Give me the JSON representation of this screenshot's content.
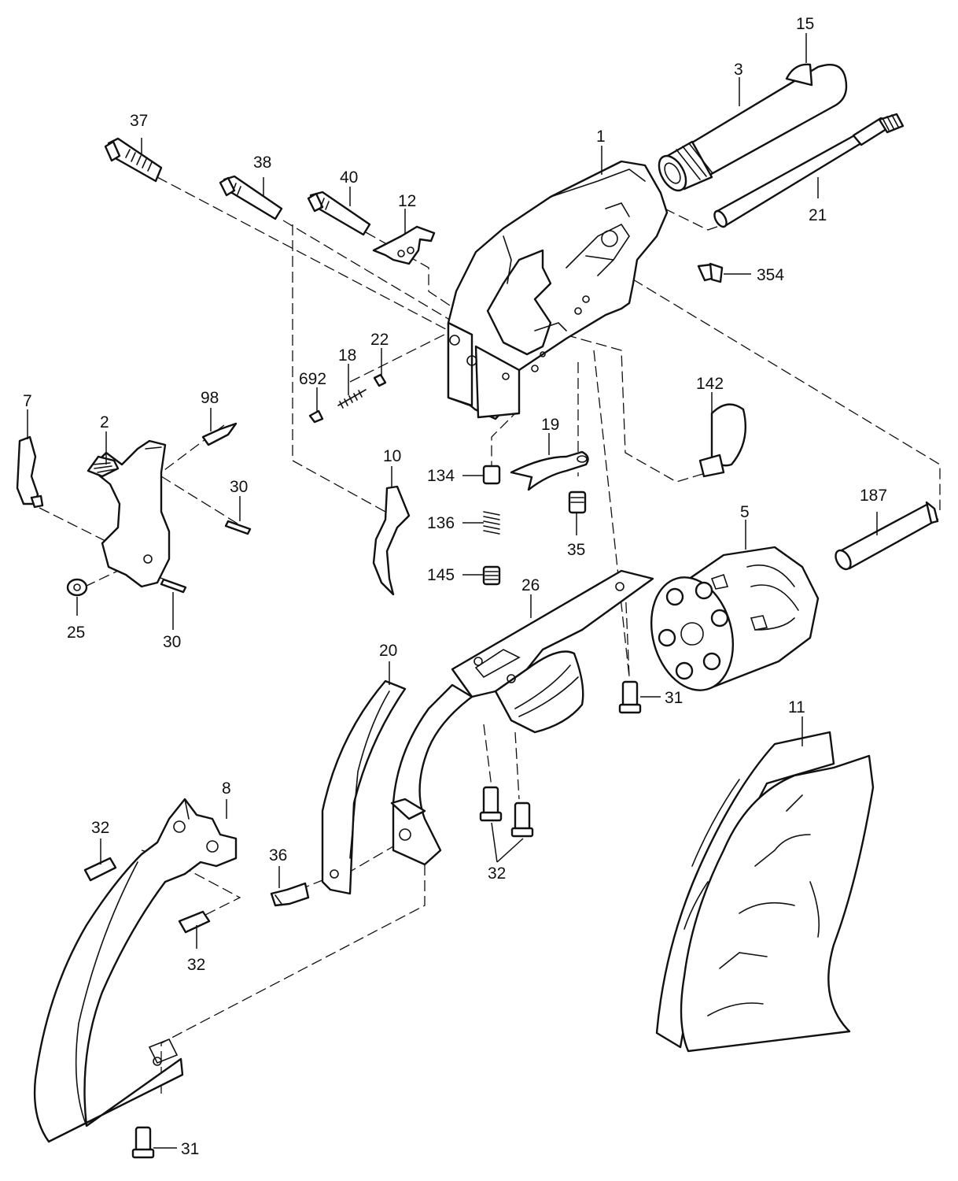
{
  "labels": {
    "p1": "1",
    "p2": "2",
    "p3": "3",
    "p5": "5",
    "p7": "7",
    "p8": "8",
    "p10": "10",
    "p11": "11",
    "p12": "12",
    "p15": "15",
    "p18": "18",
    "p19": "19",
    "p20": "20",
    "p21": "21",
    "p22": "22",
    "p25": "25",
    "p26": "26",
    "p30a": "30",
    "p30b": "30",
    "p31a": "31",
    "p31b": "31",
    "p32a": "32",
    "p32b": "32",
    "p32c": "32",
    "p35": "35",
    "p36": "36",
    "p37": "37",
    "p38": "38",
    "p40": "40",
    "p98": "98",
    "p134": "134",
    "p136": "136",
    "p142": "142",
    "p145": "145",
    "p187": "187",
    "p354": "354",
    "p692": "692"
  }
}
